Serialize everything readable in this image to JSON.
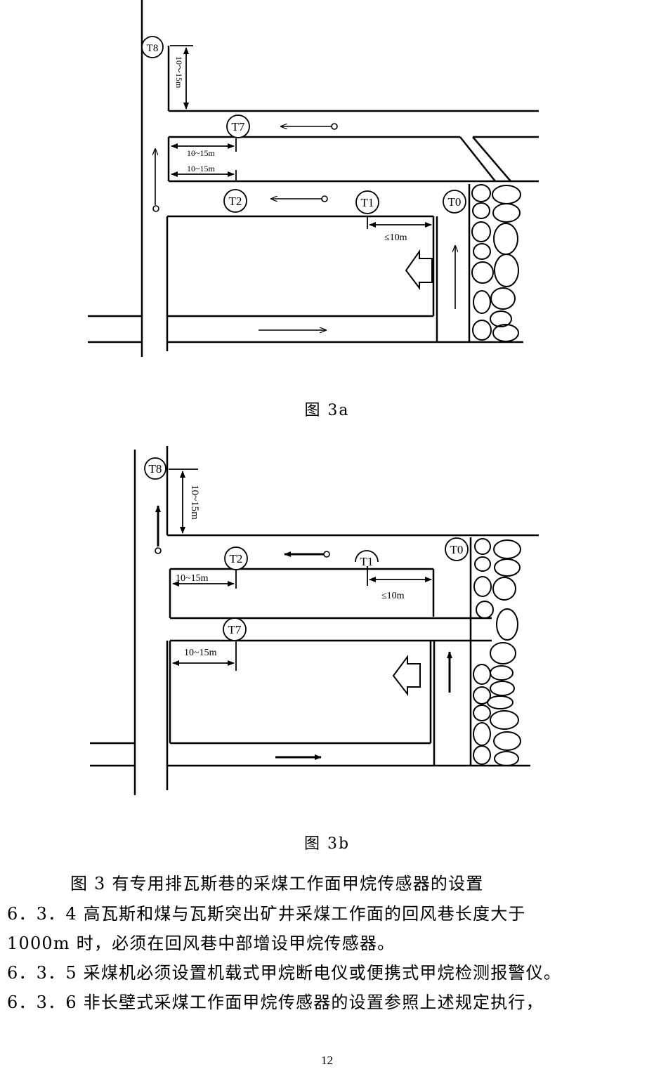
{
  "figure_a": {
    "caption": "图 3a",
    "sensors": [
      "T8",
      "T7",
      "T2",
      "T1",
      "T0"
    ],
    "dims": {
      "d_t8": "10～15m",
      "d_t7": "10~15m",
      "d_t2": "10~15m",
      "d_t1": "≤10m"
    }
  },
  "figure_b": {
    "caption": "图 3b",
    "sensors": [
      "T8",
      "T2",
      "T1",
      "T0",
      "T7"
    ],
    "dims": {
      "d_t8": "10~15m",
      "d_t2": "10~15m",
      "d_t1": "≤10m",
      "d_t7": "10~15m"
    }
  },
  "text": {
    "figure_title": "图 3 有专用排瓦斯巷的采煤工作面甲烷传感器的设置",
    "p1_line1": "6．3．4 高瓦斯和煤与瓦斯突出矿井采煤工作面的回风巷长度大于",
    "p1_line2": "1000m 时，必须在回风巷中部增设甲烷传感器。",
    "p2": "6．3．5 采煤机必须设置机载式甲烷断电仪或便携式甲烷检测报警仪。",
    "p3": "6．3．6 非长壁式采煤工作面甲烷传感器的设置参照上述规定执行，"
  },
  "page_number": "12"
}
